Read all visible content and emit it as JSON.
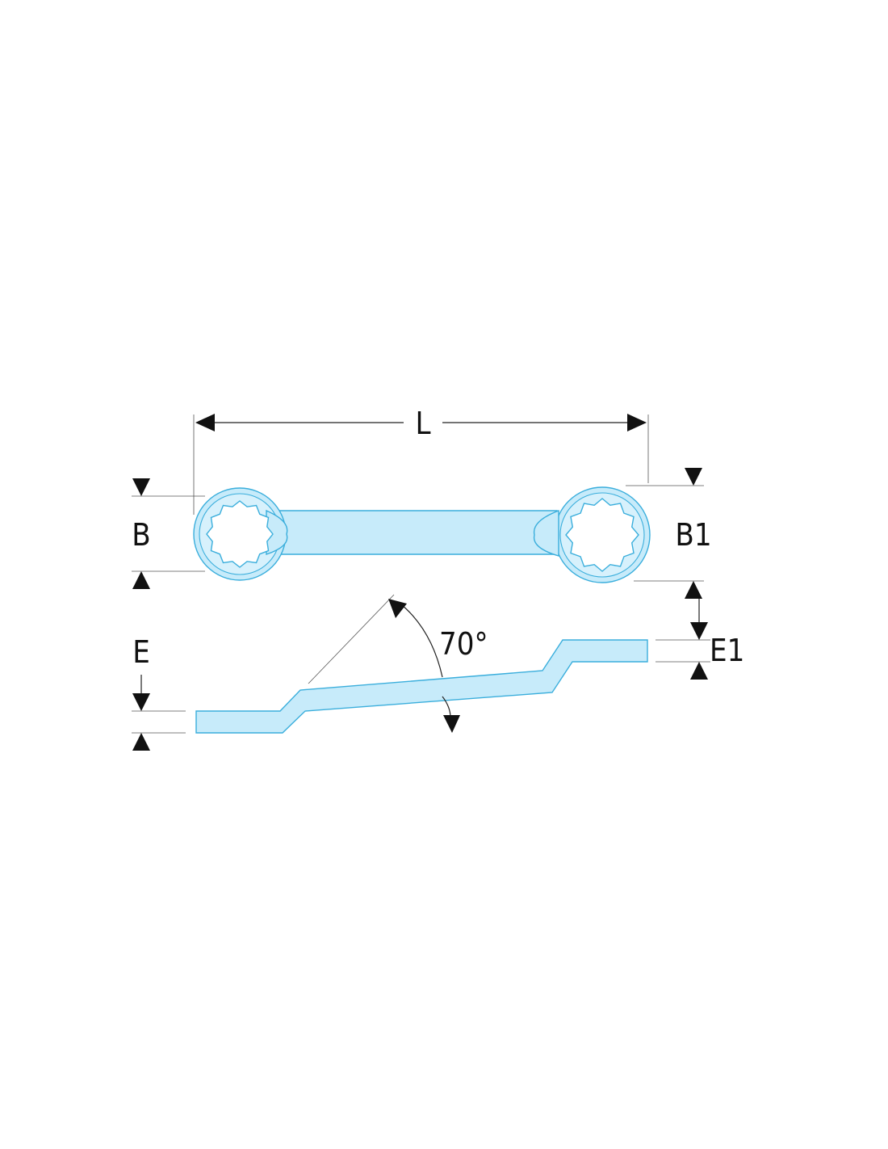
{
  "diagram": {
    "labels": {
      "length": "L",
      "head_width_left": "B",
      "head_width_right": "B1",
      "thickness_left": "E",
      "thickness_right": "E1",
      "offset_angle": "70°"
    },
    "colors": {
      "part_fill": "#c7ebfa",
      "part_stroke": "#3aaedc",
      "dimension": "#111111"
    },
    "socket_points": 12
  }
}
